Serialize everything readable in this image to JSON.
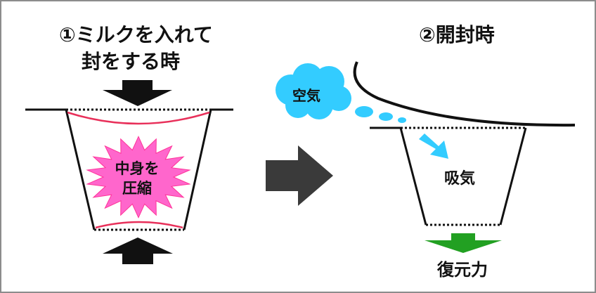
{
  "step1": {
    "title_line1": "①ミルクを入れて",
    "title_line2": "封をする時",
    "burst_line1": "中身を",
    "burst_line2": "圧縮"
  },
  "step2": {
    "title": "②開封時",
    "cloud_label": "空気",
    "suck_label": "吸気",
    "restore_label": "復元力"
  },
  "colors": {
    "border": "#8c8c8c",
    "outline": "#111111",
    "pressure_curve": "#e8305a",
    "burst_fill": "#ff66cc",
    "cloud": "#33ccff",
    "arrow_dark": "#3a3a3a",
    "restore_arrow": "#22a022"
  },
  "icons": {
    "press_down": "down-arrow-icon",
    "press_up": "up-arrow-icon",
    "transition": "right-arrow-icon",
    "air_flow": "diagonal-arrow-icon",
    "restore": "down-arrow-icon"
  }
}
